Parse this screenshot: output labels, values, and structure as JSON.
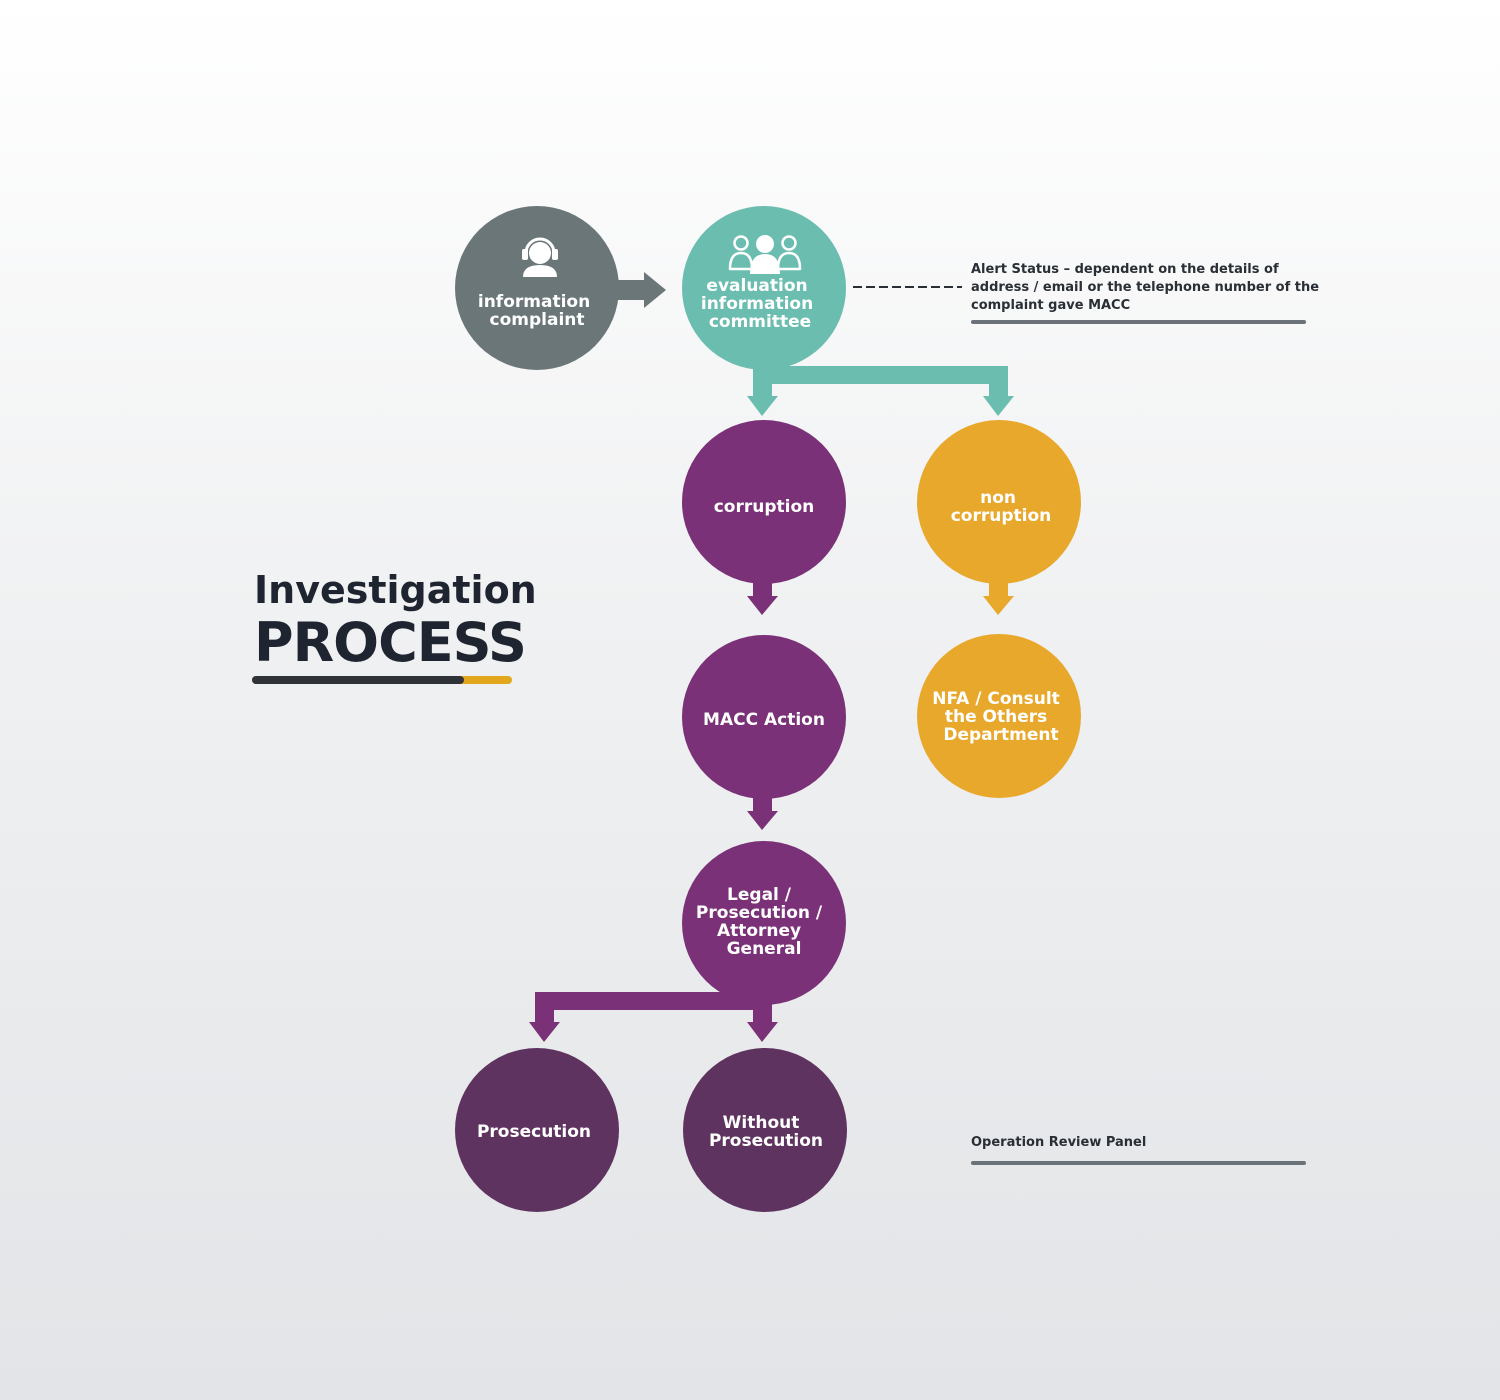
{
  "title": {
    "line1": "Investigation",
    "line2": "PROCESS"
  },
  "colors": {
    "gray": "#6b7678",
    "teal": "#6bbdb0",
    "purple": "#7a3177",
    "orange": "#e8a82c",
    "plum": "#5f3360",
    "dark": "#1f2530",
    "underline_dark": "#2f3338",
    "underline_accent": "#e3a71e",
    "note_line": "#6c7378"
  },
  "nodes": {
    "info_complaint": {
      "icon": "headset-agent-icon",
      "line1": "information",
      "line2": "complaint"
    },
    "evaluation": {
      "icon": "group-people-icon",
      "line1": "evaluation",
      "line2": "information",
      "line3": "committee"
    },
    "corruption": {
      "line1": "corruption"
    },
    "non_corruption": {
      "line1": "non",
      "line2": "corruption"
    },
    "macc_action": {
      "line1": "MACC Action"
    },
    "nfa": {
      "line1": "NFA / Consult",
      "line2": "the Others",
      "line3": "Department"
    },
    "legal": {
      "line1": "Legal /",
      "line2": "Prosecution /",
      "line3": "Attorney",
      "line4": "General"
    },
    "prosecution": {
      "line1": "Prosecution"
    },
    "without_prosecution": {
      "line1": "Without",
      "line2": "Prosecution"
    }
  },
  "notes": {
    "alert_status": "Alert Status – dependent on the details of address / email or the telephone number of the complaint gave MACC",
    "review_panel": "Operation Review Panel"
  }
}
